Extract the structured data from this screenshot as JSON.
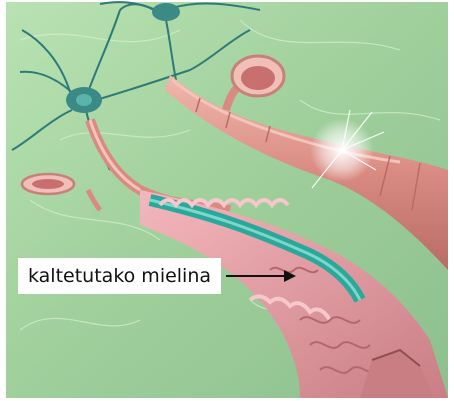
{
  "figure": {
    "label": "kaltetutako mielina",
    "colors": {
      "background": "#9fcf9b",
      "background_light": "#c7e7c0",
      "neuron_body": "#3a8a86",
      "axon_pink": "#dc9890",
      "myelin_pink": "#e5a3a6",
      "axon_core_teal": "#2aa89b",
      "synapse_flash": "#ffffff",
      "label_text": "#111111",
      "label_background": "#ffffff"
    },
    "icons": [
      "neuron-cell-body",
      "synapse-terminal",
      "damaged-myelin-sheath",
      "arrow-right"
    ]
  }
}
